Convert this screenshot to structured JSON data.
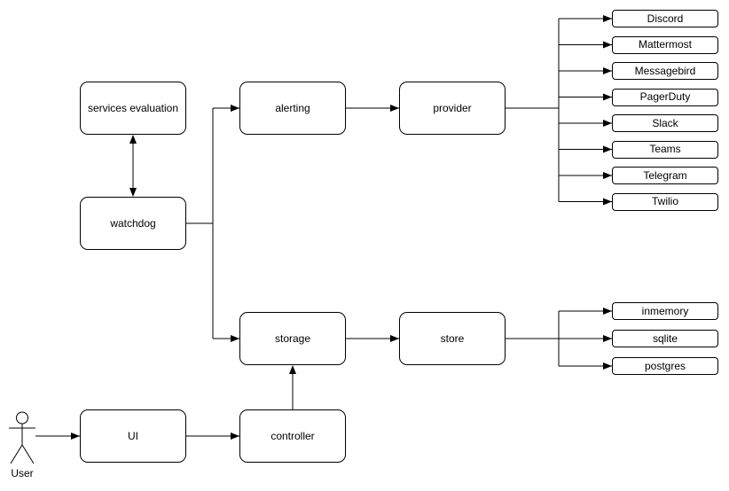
{
  "nodes": {
    "services_evaluation": {
      "label": "services evaluation"
    },
    "watchdog": {
      "label": "watchdog"
    },
    "alerting": {
      "label": "alerting"
    },
    "provider": {
      "label": "provider"
    },
    "storage": {
      "label": "storage"
    },
    "store": {
      "label": "store"
    },
    "ui": {
      "label": "UI"
    },
    "controller": {
      "label": "controller"
    }
  },
  "providers": [
    "Discord",
    "Mattermost",
    "Messagebird",
    "PagerDuty",
    "Slack",
    "Teams",
    "Telegram",
    "Twilio"
  ],
  "stores": [
    "inmemory",
    "sqlite",
    "postgres"
  ],
  "actor": {
    "label": "User"
  },
  "edges": [
    {
      "from": "watchdog",
      "to": "services evaluation",
      "direction": "bidirectional"
    },
    {
      "from": "watchdog",
      "to": "alerting",
      "direction": "forward"
    },
    {
      "from": "watchdog",
      "to": "storage",
      "direction": "forward"
    },
    {
      "from": "alerting",
      "to": "provider",
      "direction": "forward"
    },
    {
      "from": "provider",
      "to": "Discord",
      "direction": "forward"
    },
    {
      "from": "provider",
      "to": "Mattermost",
      "direction": "forward"
    },
    {
      "from": "provider",
      "to": "Messagebird",
      "direction": "forward"
    },
    {
      "from": "provider",
      "to": "PagerDuty",
      "direction": "forward"
    },
    {
      "from": "provider",
      "to": "Slack",
      "direction": "forward"
    },
    {
      "from": "provider",
      "to": "Teams",
      "direction": "forward"
    },
    {
      "from": "provider",
      "to": "Telegram",
      "direction": "forward"
    },
    {
      "from": "provider",
      "to": "Twilio",
      "direction": "forward"
    },
    {
      "from": "storage",
      "to": "store",
      "direction": "forward"
    },
    {
      "from": "store",
      "to": "inmemory",
      "direction": "forward"
    },
    {
      "from": "store",
      "to": "sqlite",
      "direction": "forward"
    },
    {
      "from": "store",
      "to": "postgres",
      "direction": "forward"
    },
    {
      "from": "controller",
      "to": "storage",
      "direction": "forward"
    },
    {
      "from": "UI",
      "to": "controller",
      "direction": "forward"
    },
    {
      "from": "User",
      "to": "UI",
      "direction": "forward"
    }
  ],
  "colors": {
    "stroke": "#000000",
    "node_fill": "#ffffff",
    "text": "#000000",
    "background": "#ffffff"
  }
}
